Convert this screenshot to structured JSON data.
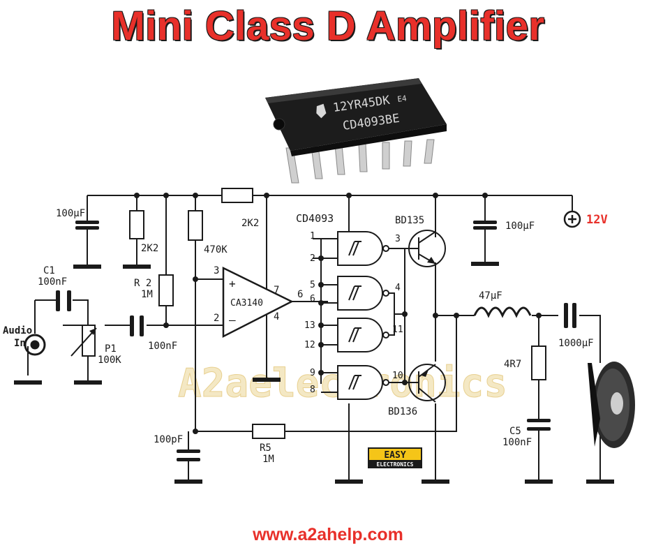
{
  "title": "Mini Class D Amplifier",
  "footer_url": "www.a2ahelp.com",
  "watermark": "A2aelectronics",
  "ic_marking": {
    "line1": "12YR45DK",
    "suffix": "E4",
    "line2": "CD4093BE"
  },
  "badge": {
    "top": "EASY",
    "bottom": "ELECTRONICS"
  },
  "labels": {
    "c_top_left": "100µF",
    "r_2k2_vertical": "2K2",
    "r_470k": "470K",
    "r_2k2_horizontal": "2K2",
    "cd4093": "CD4093",
    "bd135": "BD135",
    "c_top_right": "100µF",
    "supply": "12V",
    "c1_name": "C1",
    "c1_value": "100nF",
    "r2_name": "R 2",
    "r2_value": "1M",
    "audio_in_line1": "Audio",
    "audio_in_line2": "In",
    "p1_name": "P1",
    "p1_value": "100K",
    "c_input": "100nF",
    "opamp": "CA3140",
    "opamp_pin3": "3",
    "opamp_pin2": "2",
    "opamp_pin7": "7",
    "opamp_pin4": "4",
    "opamp_pin6": "6",
    "inductor": "47µF",
    "c_output": "1000µF",
    "r_4r7": "4R7",
    "c5_name": "C5",
    "c5_value": "100nF",
    "bd136": "BD136",
    "c_feedback": "100pF",
    "r5_name": "R5",
    "r5_value": "1M"
  },
  "gate_pins": [
    "1",
    "2",
    "3",
    "5",
    "6",
    "4",
    "13",
    "12",
    "11",
    "9",
    "8",
    "10"
  ],
  "colors": {
    "title_red": "#e8302a",
    "ink": "#1a1a1a",
    "badge_yellow": "#f5c518"
  }
}
